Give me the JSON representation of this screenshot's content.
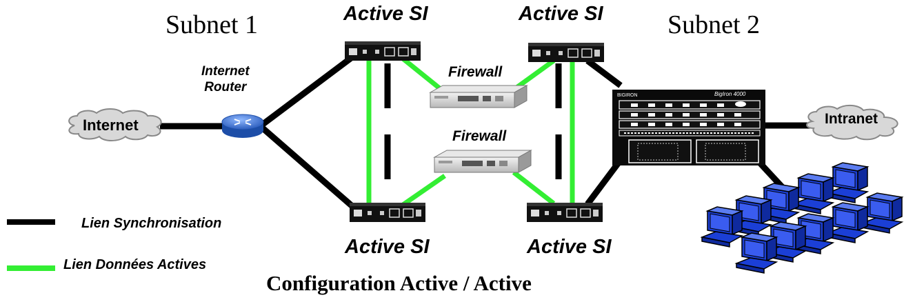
{
  "title": "Configuration Active / Active",
  "subnets": {
    "left": "Subnet 1",
    "right": "Subnet 2"
  },
  "nodes": {
    "active_si_top_left": "Active SI",
    "active_si_top_right": "Active SI",
    "active_si_bottom_left": "Active SI",
    "active_si_bottom_right": "Active SI",
    "firewall_top": "Firewall",
    "firewall_bottom": "Firewall",
    "router": "Internet\nRouter",
    "internet": "Internet",
    "intranet": "Intranet",
    "chassis_model": "BigIron 4000"
  },
  "legend": {
    "sync": "Lien Synchronisation",
    "data": "Lien Données Actives"
  },
  "colors": {
    "sync_link": "#000000",
    "data_link": "#33ee33",
    "router": "#3a78d8",
    "workstation": "#1b3fd6",
    "chassis": "#0a0a0a"
  }
}
